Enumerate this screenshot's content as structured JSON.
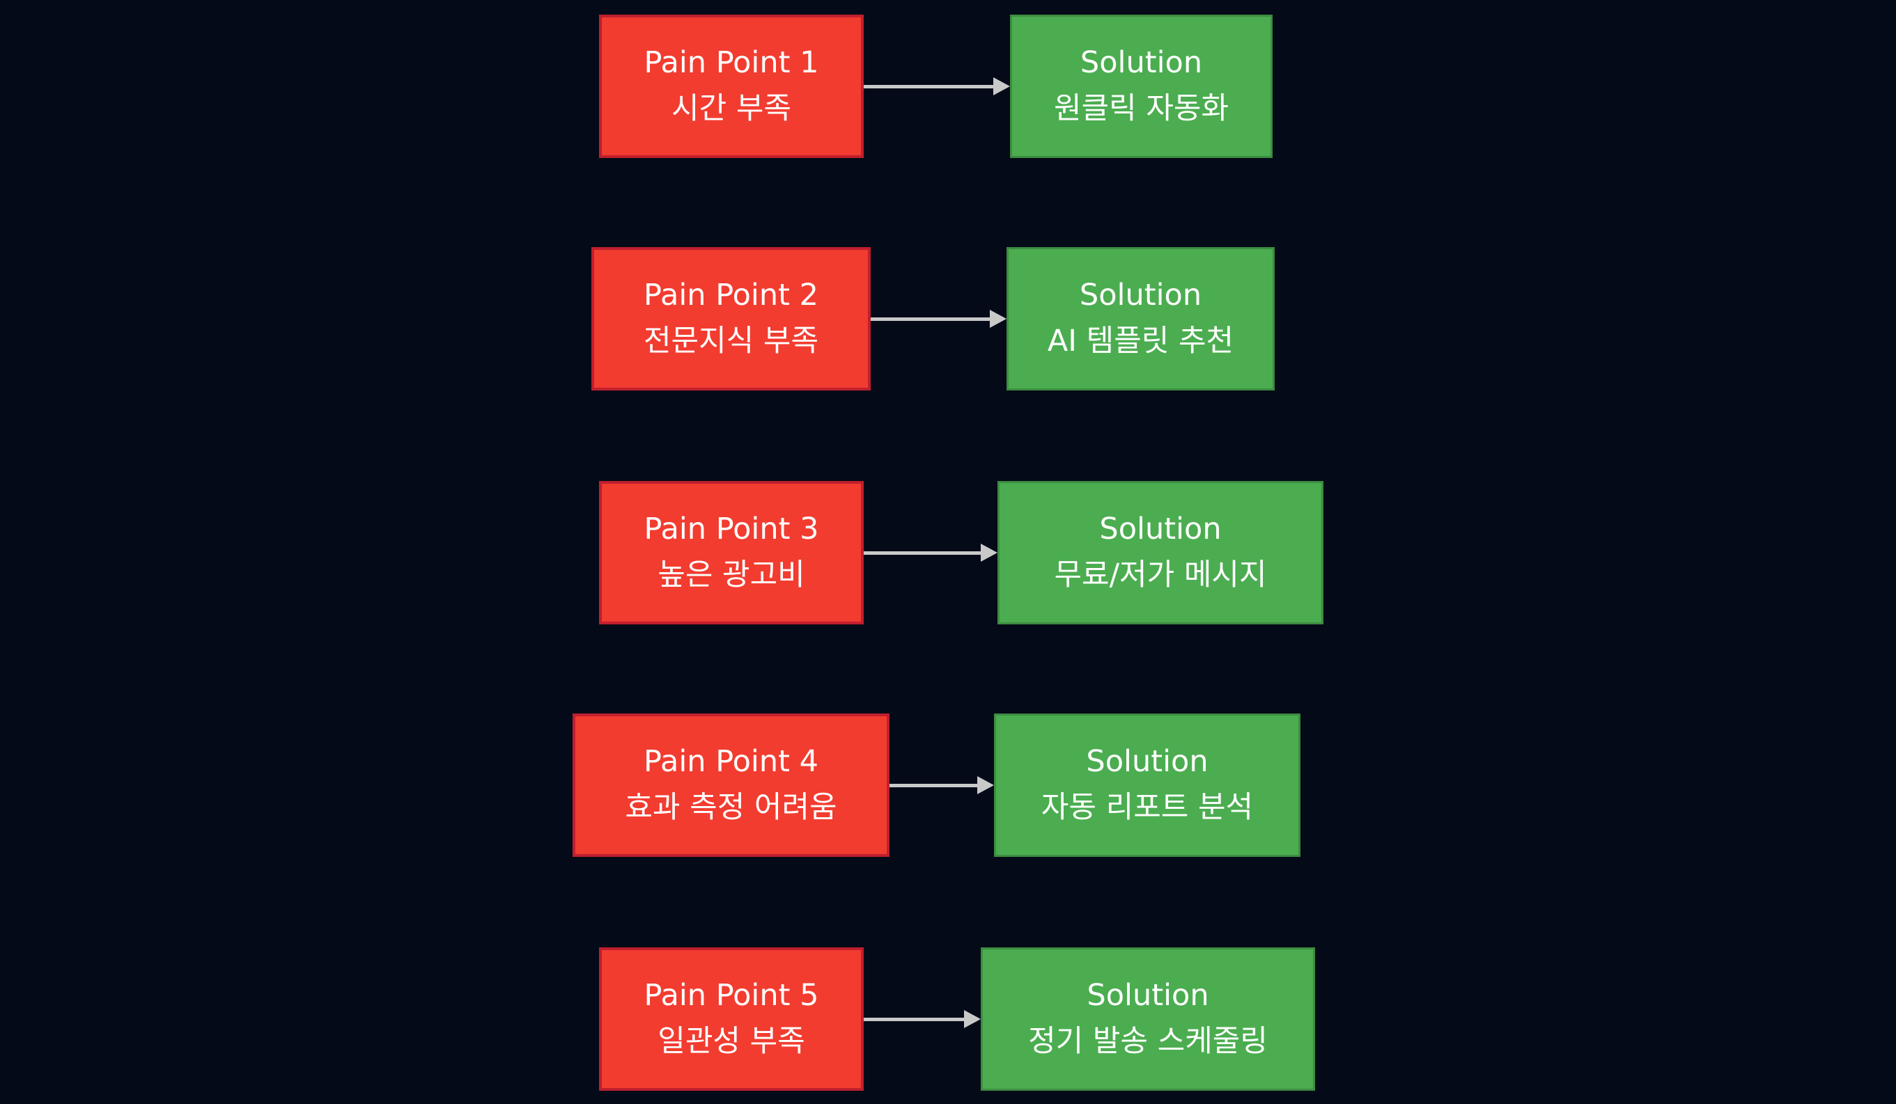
{
  "diagram": {
    "colors": {
      "background": "#040a17",
      "text": "#ffffff",
      "pain-fill": "#f23c30",
      "pain-border": "#c01f2e",
      "solution-fill": "#4bad50",
      "solution-border": "#3c8d40",
      "arrow": "#c9c9c9"
    },
    "rows": [
      {
        "pain_title": "Pain Point 1",
        "pain_desc": "시간 부족",
        "solution_title": "Solution",
        "solution_desc": "원클릭 자동화"
      },
      {
        "pain_title": "Pain Point 2",
        "pain_desc": "전문지식 부족",
        "solution_title": "Solution",
        "solution_desc": "AI 템플릿 추천"
      },
      {
        "pain_title": "Pain Point 3",
        "pain_desc": "높은 광고비",
        "solution_title": "Solution",
        "solution_desc": "무료/저가 메시지"
      },
      {
        "pain_title": "Pain Point 4",
        "pain_desc": "효과 측정 어려움",
        "solution_title": "Solution",
        "solution_desc": "자동 리포트 분석"
      },
      {
        "pain_title": "Pain Point 5",
        "pain_desc": "일관성 부족",
        "solution_title": "Solution",
        "solution_desc": "정기 발송 스케줄링"
      }
    ]
  }
}
